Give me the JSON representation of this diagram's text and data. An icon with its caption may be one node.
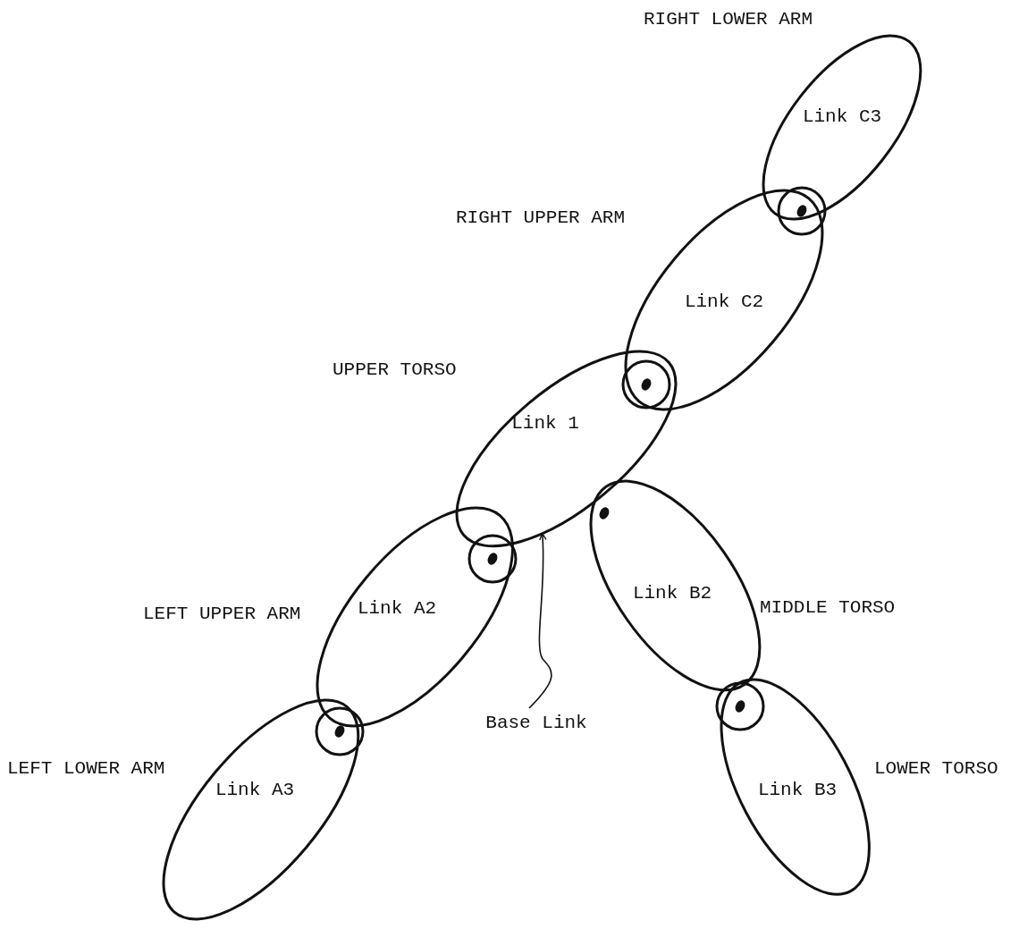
{
  "diagram": {
    "nodes": [
      {
        "text": [
          "Link C3"
        ],
        "beside": [
          "RIGHT LOWER ARM"
        ]
      },
      {
        "text": [
          "Link C2"
        ],
        "beside": [
          "RIGHT UPPER ARM"
        ]
      },
      {
        "text": [
          "Link 1"
        ],
        "beside": [
          "UPPER TORSO"
        ]
      },
      {
        "text": [
          "Link B2"
        ],
        "beside": [
          "MIDDLE TORSO"
        ]
      },
      {
        "text": [
          "Link A2"
        ],
        "beside": [
          "LEFT UPPER ARM"
        ]
      },
      {
        "text": [
          "Link A3"
        ],
        "beside": [
          "LEFT LOWER ARM"
        ]
      },
      {
        "text": [
          "Link B3"
        ],
        "beside": [
          "LOWER TORSO"
        ]
      },
      {
        "text": [
          "Base Link"
        ]
      }
    ],
    "edges": [
      {
        "from": 7,
        "to": 2,
        "arrow": "to"
      }
    ]
  }
}
